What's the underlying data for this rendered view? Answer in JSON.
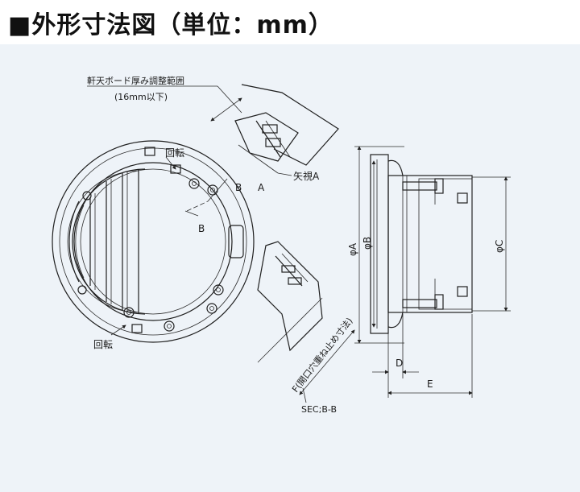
{
  "title": "■外形寸法図（単位：mm）",
  "labels": {
    "ceiling_note_1": "軒天ボード厚み調整範囲",
    "ceiling_note_2": "(16mm以下)",
    "rotate_top": "回転",
    "rotate_bottom": "回転",
    "section_b": "B",
    "section_a": "A",
    "section_b_left": "B",
    "arrow_view": "矢視A",
    "dia_a": "φA",
    "dia_b": "φB",
    "dia_c": "φC",
    "dim_d": "D",
    "dim_e": "E",
    "dim_f": "F(開口穴重ね止め寸法)",
    "section_label": "SEC;B-B"
  },
  "colors": {
    "background": "#eef3f8",
    "line": "#1f1f1f"
  }
}
